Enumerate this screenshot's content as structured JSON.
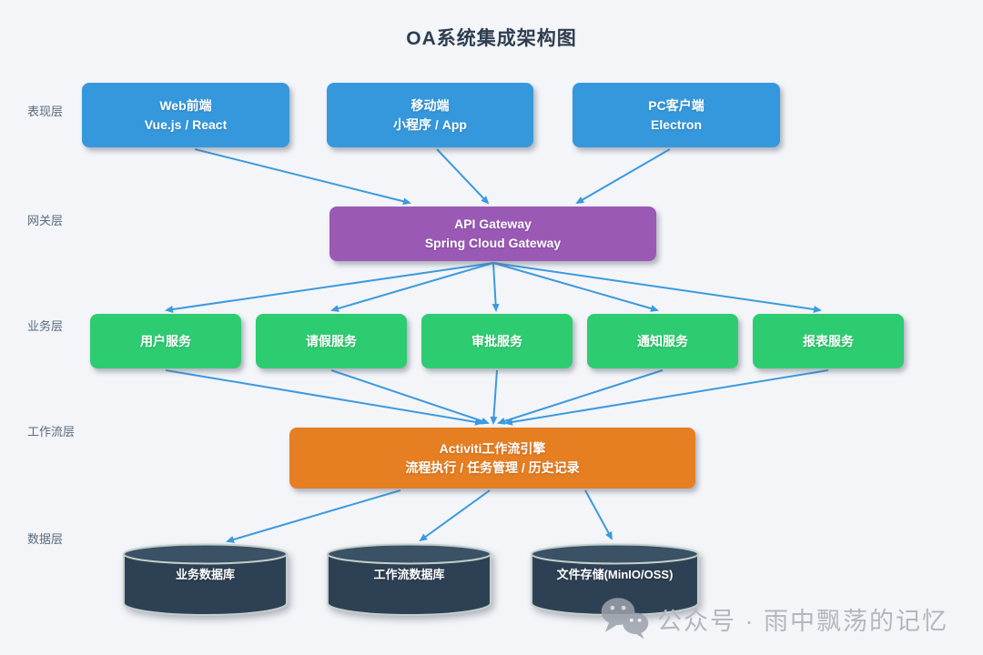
{
  "title": "OA系统集成架构图",
  "layer_labels": {
    "presentation": "表现层",
    "gateway": "网关层",
    "business": "业务层",
    "workflow": "工作流层",
    "data": "数据层"
  },
  "presentation": {
    "web": {
      "line1": "Web前端",
      "line2": "Vue.js / React"
    },
    "mobile": {
      "line1": "移动端",
      "line2": "小程序 / App"
    },
    "pc": {
      "line1": "PC客户端",
      "line2": "Electron"
    }
  },
  "gateway": {
    "line1": "API Gateway",
    "line2": "Spring Cloud Gateway"
  },
  "business": {
    "user": "用户服务",
    "leave": "请假服务",
    "approval": "审批服务",
    "notify": "通知服务",
    "report": "报表服务"
  },
  "workflow": {
    "line1": "Activiti工作流引擎",
    "line2": "流程执行 / 任务管理 / 历史记录"
  },
  "datastores": {
    "business_db": "业务数据库",
    "workflow_db": "工作流数据库",
    "file_storage": "文件存储(MinIO/OSS)"
  },
  "watermark": {
    "icon": "wechat-icon",
    "text": "公众号 · 雨中飘荡的记忆"
  },
  "colors": {
    "background": "#f3f5f9",
    "presentation": "#3598dc",
    "gateway": "#9b59b6",
    "business": "#2ecc71",
    "workflow": "#e67e22",
    "datastore": "#2e4154",
    "datastore-top": "#3a5166",
    "datastore-stroke": "#c3cfc9",
    "arrow": "#3b9add",
    "title-color": "#2e3d4f",
    "label-color": "#5a6b7d",
    "watermark-color": "#b3b6bd"
  }
}
